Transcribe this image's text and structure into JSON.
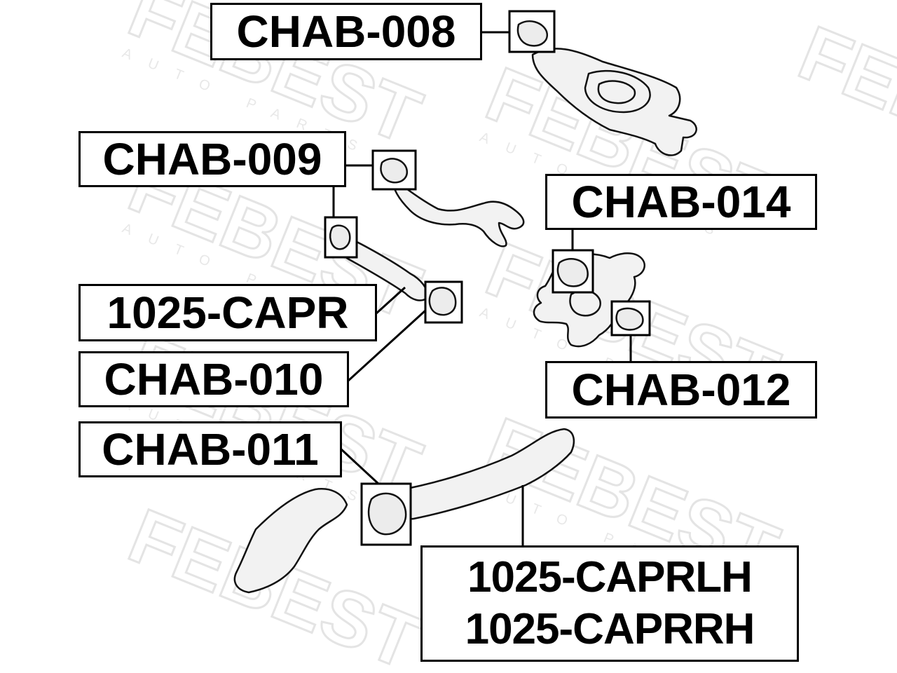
{
  "watermark": {
    "brand": "FEBEST",
    "sub": "AUTO PARTS"
  },
  "labels": {
    "chab_008": "CHAB-008",
    "chab_009": "CHAB-009",
    "capr_1025": "1025-CAPR",
    "chab_010": "CHAB-010",
    "chab_011": "CHAB-011",
    "chab_014": "CHAB-014",
    "chab_012": "CHAB-012",
    "caprlh_1025": "1025-CAPRLH",
    "caprrh_1025": "1025-CAPRRH"
  }
}
